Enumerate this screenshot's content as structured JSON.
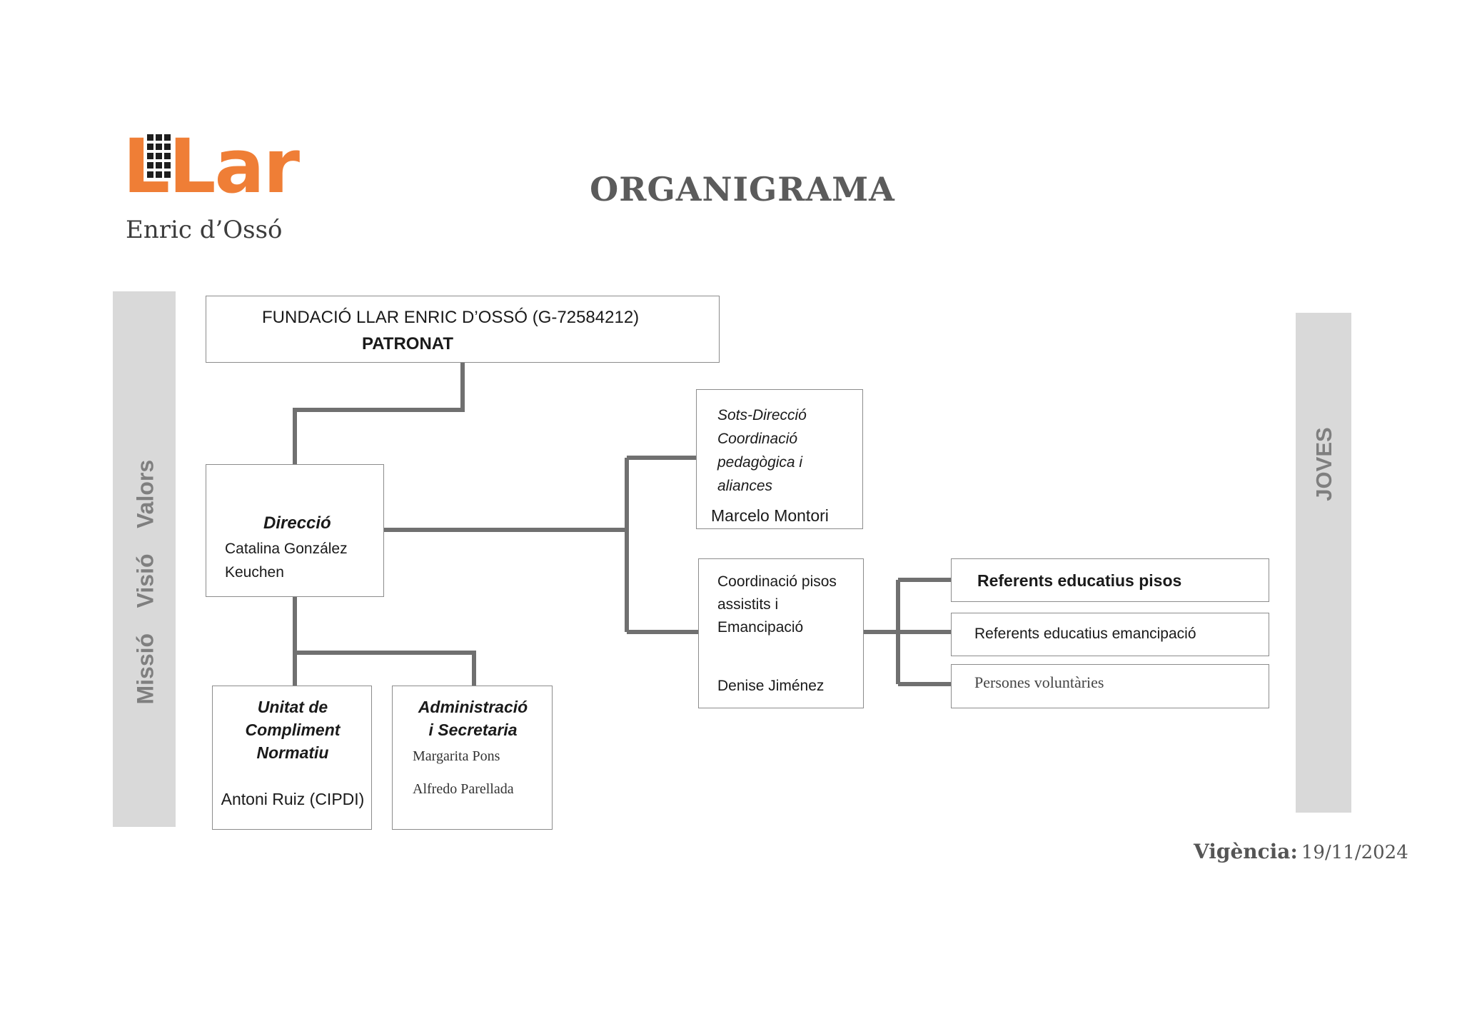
{
  "logo": {
    "word": "Llar",
    "subtitle": "Enric d’Ossó"
  },
  "title": "ORGANIGRAMA",
  "sidebar_left": {
    "text": "Missió    Visió    Valors"
  },
  "sidebar_right": {
    "text": "JOVES"
  },
  "patronat": {
    "line1": "FUNDACIÓ LLAR ENRIC D’OSSÓ (G-72584212)",
    "line2": "PATRONAT"
  },
  "direccio": {
    "title": "Direcció",
    "name1": "Catalina González",
    "name2": "Keuchen"
  },
  "sots_direccio": {
    "lines": [
      "Sots-Direcció",
      "Coordinació",
      "pedagògica i",
      "aliances"
    ],
    "name": "Marcelo Montori"
  },
  "coordinacio": {
    "lines": [
      "Coordinació pisos",
      "assistits i",
      "Emancipació"
    ],
    "name": "Denise Jiménez"
  },
  "unitat": {
    "lines": [
      "Unitat de",
      "Compliment",
      "Normatiu"
    ],
    "name": "Antoni Ruiz (CIPDI)"
  },
  "administracio": {
    "lines": [
      "Administració",
      "i Secretaria"
    ],
    "names": [
      "Margarita Pons",
      "Alfredo Parellada"
    ]
  },
  "referents_pisos": "Referents educatius pisos",
  "referents_emancipacio": "Referents educatius emancipació",
  "voluntaries": "Persones voluntàries",
  "vigencia": {
    "label": "Vigència:",
    "date": "19/11/2024"
  },
  "colors": {
    "brand_orange": "#ef7e36",
    "bar_gray": "#d9d9d9",
    "line_gray": "#707070"
  }
}
